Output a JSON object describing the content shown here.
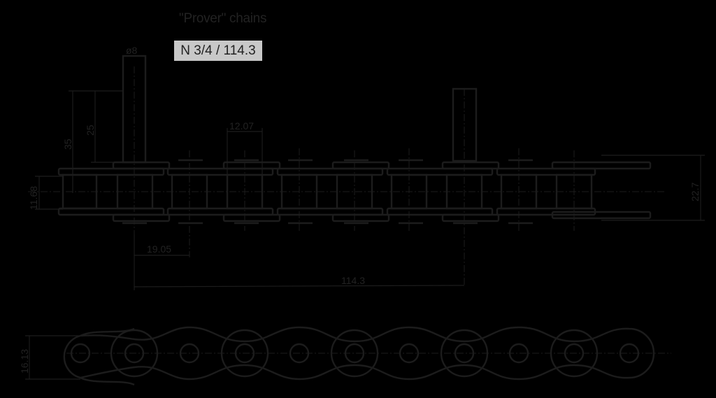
{
  "header": {
    "title": "\"Prover\" chains",
    "code": "N 3/4 / 114.3"
  },
  "colors": {
    "background": "#000000",
    "line": "#1c1c1c",
    "code_badge_bg": "#c8c8c8",
    "text": "#222222"
  },
  "top_view": {
    "dimensions": {
      "pin_diameter": "ø8",
      "attachment_height_total": "35",
      "attachment_height": "25",
      "roller_width": "12.07",
      "inner_width": "11.68",
      "overall_width": "22.7",
      "pitch": "19.05",
      "attachment_spacing": "114.3"
    }
  },
  "side_view": {
    "dimensions": {
      "plate_height": "16.13"
    }
  }
}
